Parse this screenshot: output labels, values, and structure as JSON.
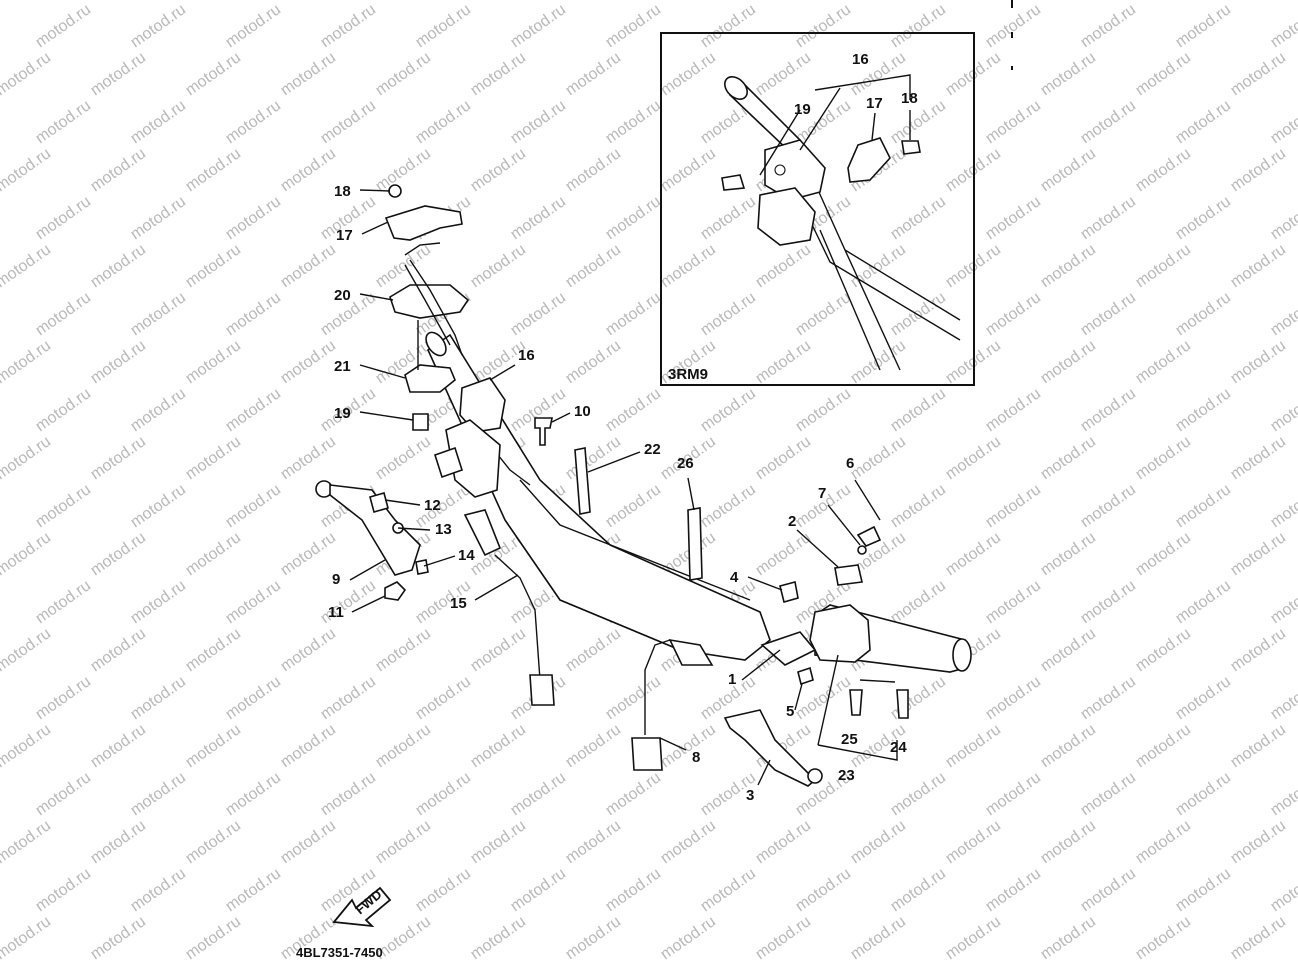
{
  "watermark": {
    "text": "motod.ru"
  },
  "inset": {
    "label": "3RM9"
  },
  "fwd_badge": {
    "text": "FWD"
  },
  "drawing_code": "4BL7351-7450",
  "callouts": [
    {
      "id": "18"
    },
    {
      "id": "17"
    },
    {
      "id": "20"
    },
    {
      "id": "21"
    },
    {
      "id": "19"
    },
    {
      "id": "16"
    },
    {
      "id": "10"
    },
    {
      "id": "22"
    },
    {
      "id": "26"
    },
    {
      "id": "6"
    },
    {
      "id": "7"
    },
    {
      "id": "2"
    },
    {
      "id": "4"
    },
    {
      "id": "12"
    },
    {
      "id": "13"
    },
    {
      "id": "14"
    },
    {
      "id": "9"
    },
    {
      "id": "11"
    },
    {
      "id": "15"
    },
    {
      "id": "1"
    },
    {
      "id": "5"
    },
    {
      "id": "25"
    },
    {
      "id": "24"
    },
    {
      "id": "23"
    },
    {
      "id": "8"
    },
    {
      "id": "3"
    },
    {
      "id": "16"
    },
    {
      "id": "17"
    },
    {
      "id": "18"
    },
    {
      "id": "19"
    }
  ]
}
